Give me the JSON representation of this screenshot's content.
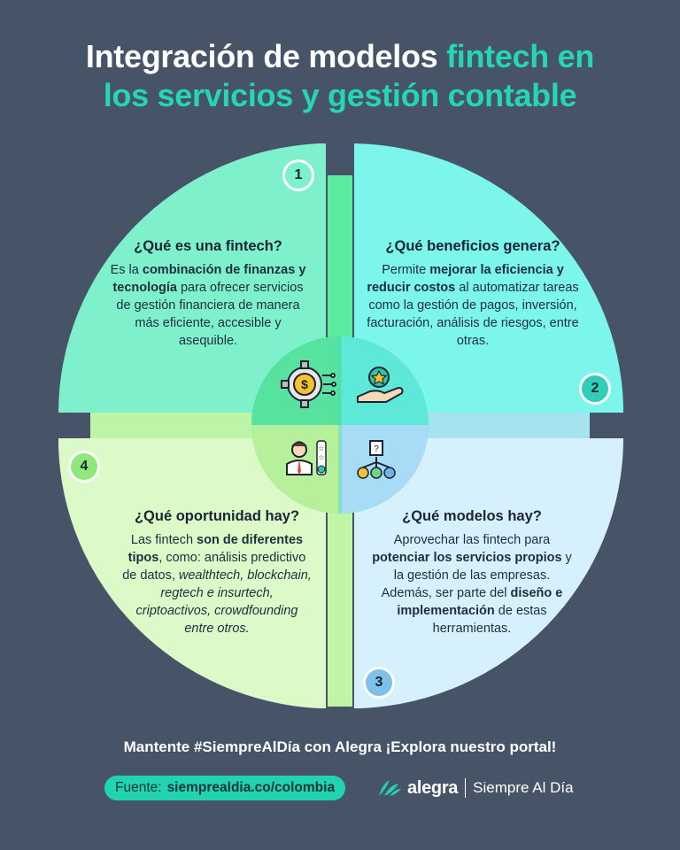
{
  "title": {
    "white_part": "Integración de modelos ",
    "accent_line1": "fintech en",
    "accent_line2": "los servicios y gestión contable"
  },
  "colors": {
    "background": "#475467",
    "accent": "#24d6b4",
    "q1": "#7ff0cc",
    "q2": "#7cf5ea",
    "q3": "#d6f0fc",
    "q4": "#dcf9c8"
  },
  "quadrants": [
    {
      "number": "1",
      "heading": "¿Qué es una fintech?",
      "body": [
        {
          "t": "Es la "
        },
        {
          "t": "combinación de finanzas y tecnología",
          "b": true
        },
        {
          "t": " para ofrecer servicios de gestión financiera de manera más eficiente, accesible y asequible."
        }
      ],
      "icon": "gear-dollar-icon"
    },
    {
      "number": "2",
      "heading": "¿Qué beneficios genera?",
      "body": [
        {
          "t": "Permite "
        },
        {
          "t": "mejorar la eficiencia y reducir costos",
          "b": true
        },
        {
          "t": " al automatizar tareas como la gestión de pagos, inversión, facturación, análisis de riesgos, entre otras."
        }
      ],
      "icon": "hand-star-icon"
    },
    {
      "number": "3",
      "heading": "¿Qué modelos hay?",
      "body": [
        {
          "t": "Aprovechar las fintech para "
        },
        {
          "t": "potenciar los servicios propios",
          "b": true
        },
        {
          "t": " y la gestión de las empresas. Además, ser parte del "
        },
        {
          "t": "diseño e implementación",
          "b": true
        },
        {
          "t": " de estas herramientas."
        }
      ],
      "icon": "flowchart-options-icon"
    },
    {
      "number": "4",
      "heading": "¿Qué oportunidad hay?",
      "body": [
        {
          "t": "Las fintech "
        },
        {
          "t": "son de diferentes tipos",
          "b": true
        },
        {
          "t": ", como: análisis predictivo de datos, "
        },
        {
          "t": "wealthtech, blockchain, regtech e insurtech, criptoactivos, crowdfounding entre otros.",
          "i": true
        }
      ],
      "icon": "person-rating-icon"
    }
  ],
  "footer": {
    "cta": "Mantente #SiempreAlDía con Alegra ¡Explora nuestro portal!",
    "source_label": "Fuente:",
    "source_url": "siemprealdia.co/colombia",
    "brand_name": "alegra",
    "brand_tagline": "Siempre Al Día"
  }
}
